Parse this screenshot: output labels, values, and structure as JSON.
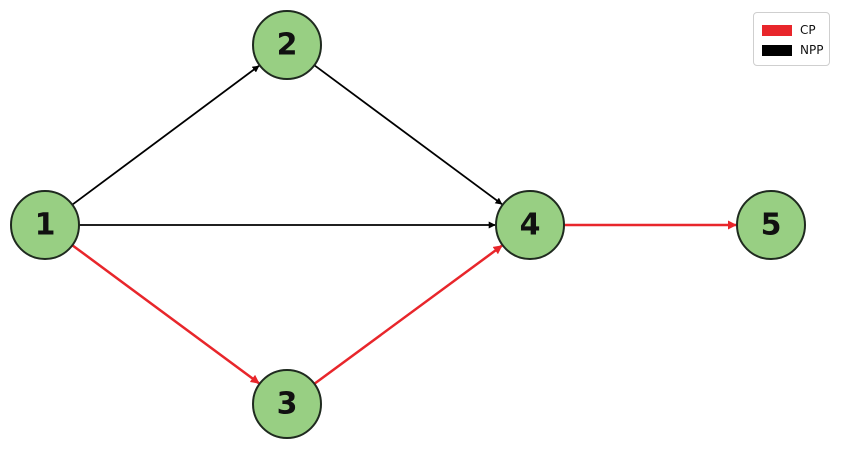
{
  "colors": {
    "critical_path": "#e8262b",
    "non_critical_path": "#000000",
    "node_fill": "#98cf83"
  },
  "nodes": [
    {
      "id": "1",
      "label": "1"
    },
    {
      "id": "2",
      "label": "2"
    },
    {
      "id": "3",
      "label": "3"
    },
    {
      "id": "4",
      "label": "4"
    },
    {
      "id": "5",
      "label": "5"
    }
  ],
  "edges": [
    {
      "from": "1",
      "to": "2",
      "type": "NPP"
    },
    {
      "from": "1",
      "to": "4",
      "type": "NPP"
    },
    {
      "from": "2",
      "to": "4",
      "type": "NPP"
    },
    {
      "from": "1",
      "to": "3",
      "type": "CP"
    },
    {
      "from": "3",
      "to": "4",
      "type": "CP"
    },
    {
      "from": "4",
      "to": "5",
      "type": "CP"
    }
  ],
  "legend": {
    "items": [
      {
        "label": "CP",
        "color": "#e8262b"
      },
      {
        "label": "NPP",
        "color": "#000000"
      }
    ]
  }
}
